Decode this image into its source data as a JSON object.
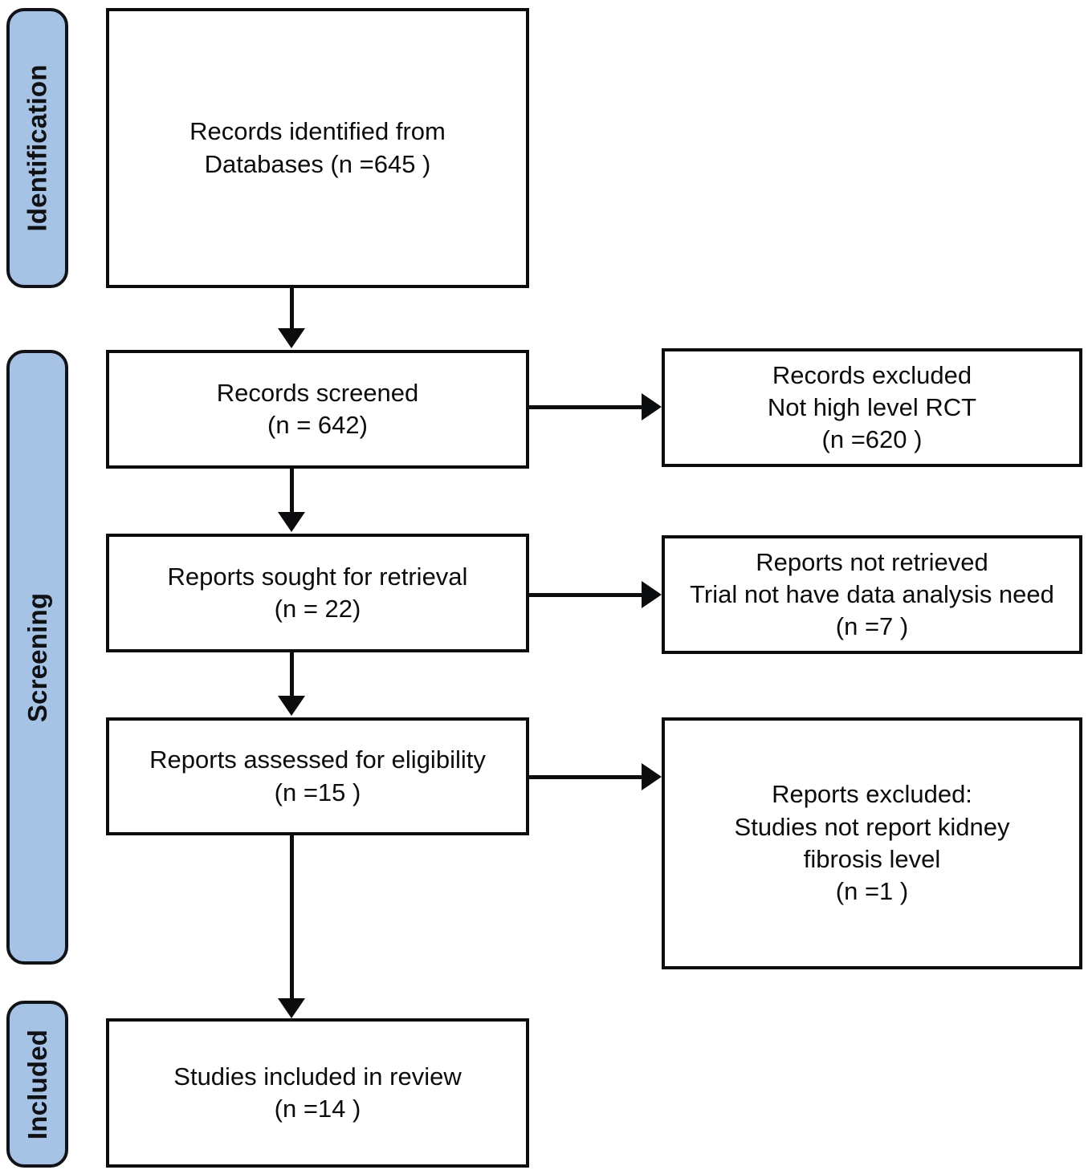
{
  "diagram": {
    "type": "prisma-flow-diagram",
    "accent_color": "#a6c3e6",
    "line_color": "#0b0c0e",
    "background_color": "#ffffff"
  },
  "stages": [
    {
      "id": "identification",
      "label": "Identification"
    },
    {
      "id": "screening",
      "label": "Screening"
    },
    {
      "id": "included",
      "label": "Included"
    }
  ],
  "flow": {
    "identified": {
      "text": "Records identified from\nDatabases (n =645 )",
      "count": 645
    },
    "screened": {
      "text": "Records screened\n(n = 642)",
      "count": 642
    },
    "records_excluded": {
      "text": "Records excluded\nNot high level RCT\n(n =620 )",
      "count": 620
    },
    "sought": {
      "text": "Reports sought for retrieval\n(n = 22)",
      "count": 22
    },
    "not_retrieved": {
      "text": "Reports not retrieved\nTrial not have data analysis need\n(n =7 )",
      "count": 7
    },
    "assessed": {
      "text": "Reports assessed for eligibility\n(n =15 )",
      "count": 15
    },
    "reports_excluded": {
      "text": "Reports excluded:\nStudies not report kidney\nfibrosis level\n(n =1 )",
      "count": 1
    },
    "included": {
      "text": "Studies included in review\n(n =14 )",
      "count": 14
    }
  },
  "chart_data": {
    "type": "diagram",
    "title": "PRISMA 2020 flow diagram",
    "nodes": [
      {
        "id": "identified",
        "stage": "Identification",
        "label": "Records identified from Databases",
        "n": 645
      },
      {
        "id": "screened",
        "stage": "Screening",
        "label": "Records screened",
        "n": 642
      },
      {
        "id": "records_excluded",
        "stage": "Screening",
        "label": "Records excluded - Not high level RCT",
        "n": 620
      },
      {
        "id": "sought",
        "stage": "Screening",
        "label": "Reports sought for retrieval",
        "n": 22
      },
      {
        "id": "not_retrieved",
        "stage": "Screening",
        "label": "Reports not retrieved - Trial not have data analysis need",
        "n": 7
      },
      {
        "id": "assessed",
        "stage": "Screening",
        "label": "Reports assessed for eligibility",
        "n": 15
      },
      {
        "id": "reports_excluded",
        "stage": "Screening",
        "label": "Reports excluded: Studies not report kidney fibrosis level",
        "n": 1
      },
      {
        "id": "included",
        "stage": "Included",
        "label": "Studies included in review",
        "n": 14
      }
    ],
    "edges": [
      {
        "from": "identified",
        "to": "screened"
      },
      {
        "from": "screened",
        "to": "records_excluded"
      },
      {
        "from": "screened",
        "to": "sought"
      },
      {
        "from": "sought",
        "to": "not_retrieved"
      },
      {
        "from": "sought",
        "to": "assessed"
      },
      {
        "from": "assessed",
        "to": "reports_excluded"
      },
      {
        "from": "assessed",
        "to": "included"
      }
    ]
  }
}
